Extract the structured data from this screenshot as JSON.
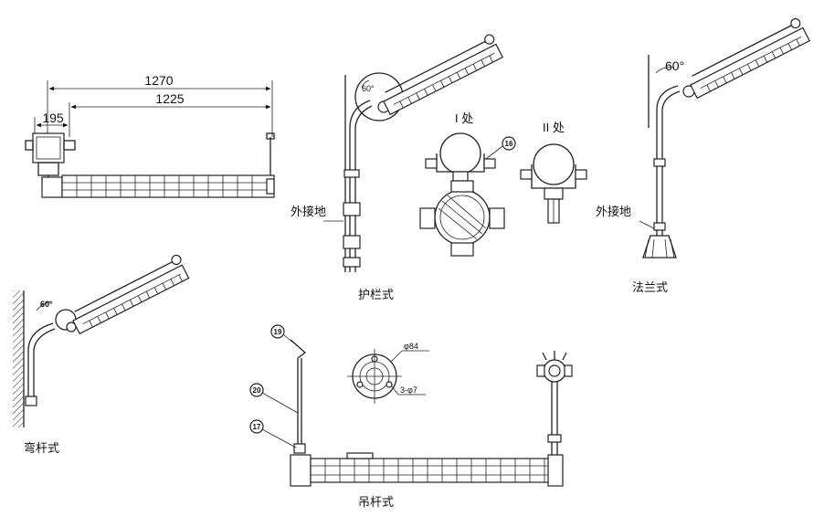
{
  "dimensions": {
    "d1270": "1270",
    "d1225": "1225",
    "d195": "195"
  },
  "angles": {
    "a1": "60°",
    "a2": "60°",
    "a3": "60°"
  },
  "labels": {
    "ground1": "外接地",
    "ground2": "外接地",
    "detail1": "I 处",
    "detail2": "II 处",
    "dia": "φ84",
    "holes": "3-φ7"
  },
  "captions": {
    "railing": "护栏式",
    "flange": "法兰式",
    "bent": "弯杆式",
    "pendant": "吊杆式"
  },
  "parts": {
    "p16": "16",
    "p19": "19",
    "p20": "20",
    "p17": "17"
  }
}
